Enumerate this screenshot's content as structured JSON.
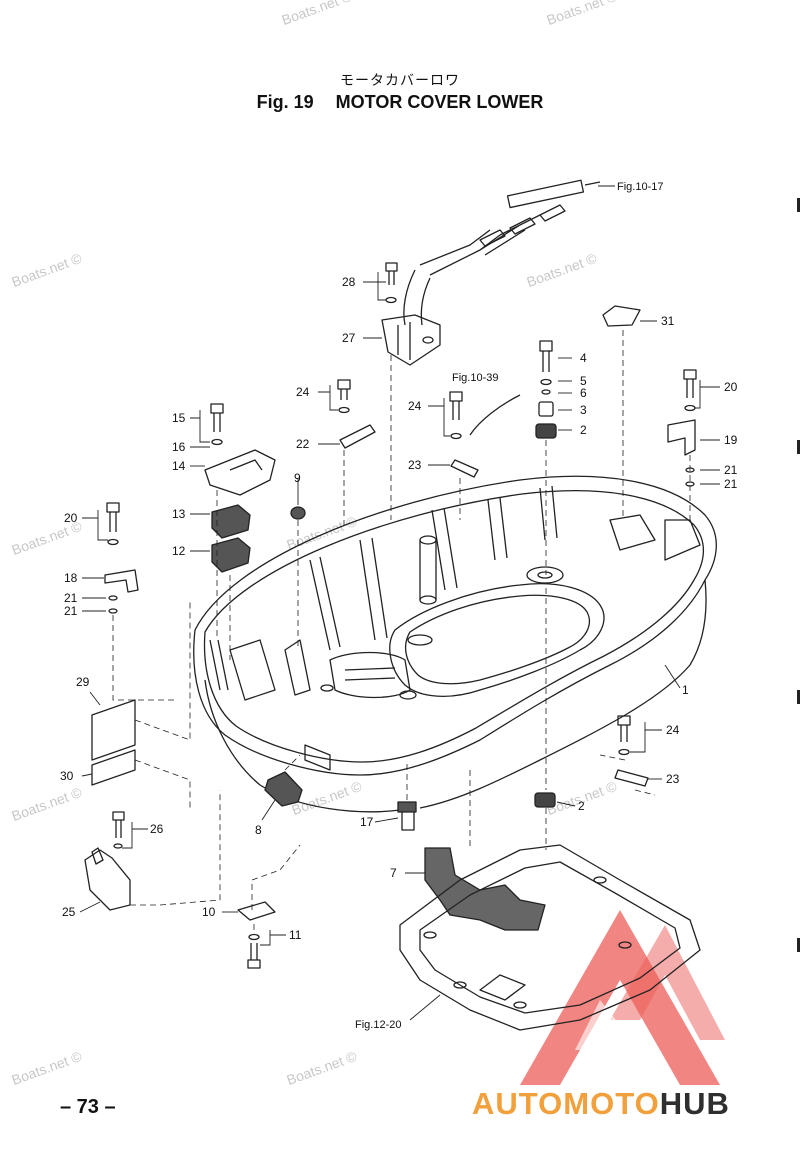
{
  "header": {
    "japanese_title": "モータカバーロワ",
    "fig_label": "Fig. 19",
    "fig_title": "MOTOR COVER LOWER"
  },
  "callouts": {
    "p1": "1",
    "p2a": "2",
    "p2b": "2",
    "p3": "3",
    "p4": "4",
    "p5": "5",
    "p6": "6",
    "p7": "7",
    "p8": "8",
    "p9": "9",
    "p10": "10",
    "p11": "11",
    "p12": "12",
    "p13": "13",
    "p14": "14",
    "p15": "15",
    "p16": "16",
    "p17": "17",
    "p18": "18",
    "p19": "19",
    "p20a": "20",
    "p20b": "20",
    "p21a": "21",
    "p21b": "21",
    "p21c": "21",
    "p21d": "21",
    "p22": "22",
    "p23a": "23",
    "p23b": "23",
    "p24a": "24",
    "p24b": "24",
    "p24c": "24",
    "p25": "25",
    "p26": "26",
    "p27": "27",
    "p28": "28",
    "p29": "29",
    "p30": "30",
    "p31": "31"
  },
  "references": {
    "fig_10_17": "Fig.10-17",
    "fig_10_39": "Fig.10-39",
    "fig_12_20": "Fig.12-20"
  },
  "watermark": "Boats.net ©",
  "footer": {
    "page_number": "– 73 –",
    "brand_part1": "AUTOMOTO",
    "brand_part2": "HUB"
  },
  "colors": {
    "line": "#222222",
    "brand_orange": "#f2a03c",
    "brand_dark": "#2f2f2f",
    "logo_red": "#e8403a",
    "watermark": "#c8c8c8"
  }
}
